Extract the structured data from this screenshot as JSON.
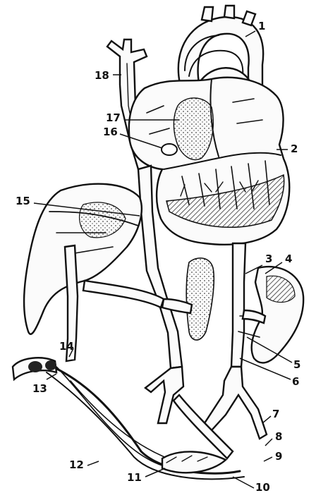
{
  "diagram": {
    "labels": [
      {
        "id": "1",
        "text": "1"
      },
      {
        "id": "2",
        "text": "2"
      },
      {
        "id": "3",
        "text": "3"
      },
      {
        "id": "4",
        "text": "4"
      },
      {
        "id": "5",
        "text": "5"
      },
      {
        "id": "6",
        "text": "6"
      },
      {
        "id": "7",
        "text": "7"
      },
      {
        "id": "8",
        "text": "8"
      },
      {
        "id": "9",
        "text": "9"
      },
      {
        "id": "10",
        "text": "10"
      },
      {
        "id": "11",
        "text": "11"
      },
      {
        "id": "12",
        "text": "12"
      },
      {
        "id": "13",
        "text": "13"
      },
      {
        "id": "14",
        "text": "14"
      },
      {
        "id": "15",
        "text": "15"
      },
      {
        "id": "16",
        "text": "16"
      },
      {
        "id": "17",
        "text": "17"
      },
      {
        "id": "18",
        "text": "18"
      }
    ],
    "colors": {
      "ink": "#111111",
      "paper": "#ffffff",
      "shade": "#555555"
    }
  }
}
